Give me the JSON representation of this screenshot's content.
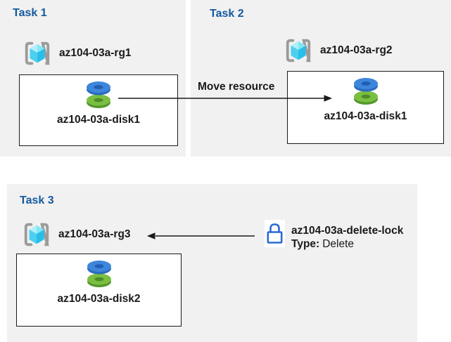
{
  "tasks": [
    {
      "title": "Task 1",
      "resource_group": "az104-03a-rg1",
      "resource": "az104-03a-disk1"
    },
    {
      "title": "Task 2",
      "resource_group": "az104-03a-rg2",
      "resource": "az104-03a-disk1"
    },
    {
      "title": "Task 3",
      "resource_group": "az104-03a-rg3",
      "resource": "az104-03a-disk2"
    }
  ],
  "arrows": {
    "move": {
      "label": "Move resource",
      "from": "az104-03a-disk1 in az104-03a-rg1",
      "to": "resource box in az104-03a-rg2"
    },
    "lock": {
      "label": "",
      "from": "az104-03a-delete-lock",
      "to": "az104-03a-rg3"
    }
  },
  "lock": {
    "name": "az104-03a-delete-lock",
    "type_label": "Type:",
    "type_value": "Delete"
  },
  "icons": {
    "resource_group": "azure-resource-group-icon (cyan cube in gray brackets)",
    "disk": "azure-managed-disk-icon (blue and green stacked discs)",
    "lock": "padlock-outline-icon"
  },
  "colors": {
    "panel_bg": "#f1f1f1",
    "heading_blue": "#15599e",
    "text": "#1a1a1a",
    "arrow": "#1a1a1a",
    "lock_blue": "#2a6bd4",
    "disk_blue": "#3e86db",
    "disk_green": "#7abf41",
    "cube_cyan": "#4dcff0",
    "bracket_gray": "#9b9b9b"
  }
}
